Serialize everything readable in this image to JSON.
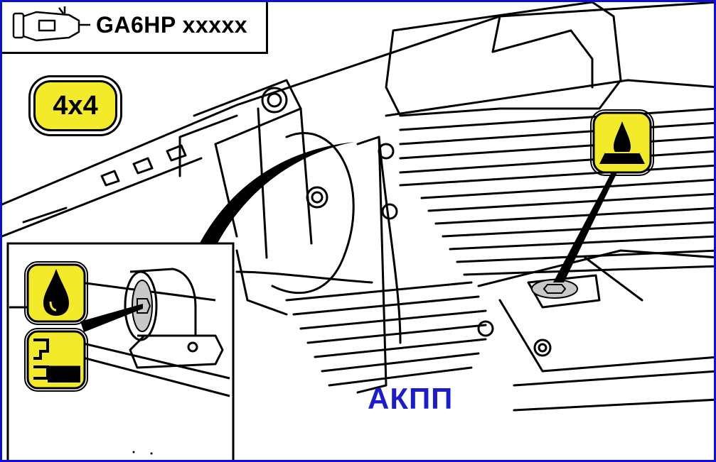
{
  "header": {
    "model_code": "GA6HP xxxxx",
    "transmission_icon": "gearbox-icon"
  },
  "drive_badge": {
    "label": "4x4"
  },
  "caption": {
    "text": "АКПП"
  },
  "icons": {
    "drain_plug": "oil-drop-on-pan-icon",
    "fill_plug": "oil-drop-icon",
    "fill_level": "fill-level-icon"
  },
  "colors": {
    "frame": "#1010d0",
    "caption": "#1c1ccc",
    "icon_yellow": "#f3ea2a",
    "line": "#000000"
  }
}
